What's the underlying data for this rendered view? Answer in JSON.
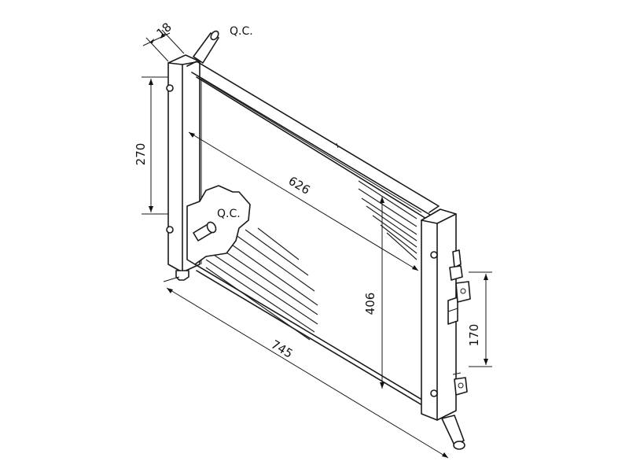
{
  "labels": {
    "qc_top": "Q.C.",
    "qc_mid": "Q.C."
  },
  "dimensions": {
    "thickness": "18",
    "inlet_height": "270",
    "core_width": "626",
    "core_height": "406",
    "overall_width": "745",
    "bracket_spacing": "170"
  },
  "colors": {
    "line": "#1a1a1a",
    "background": "#ffffff"
  }
}
